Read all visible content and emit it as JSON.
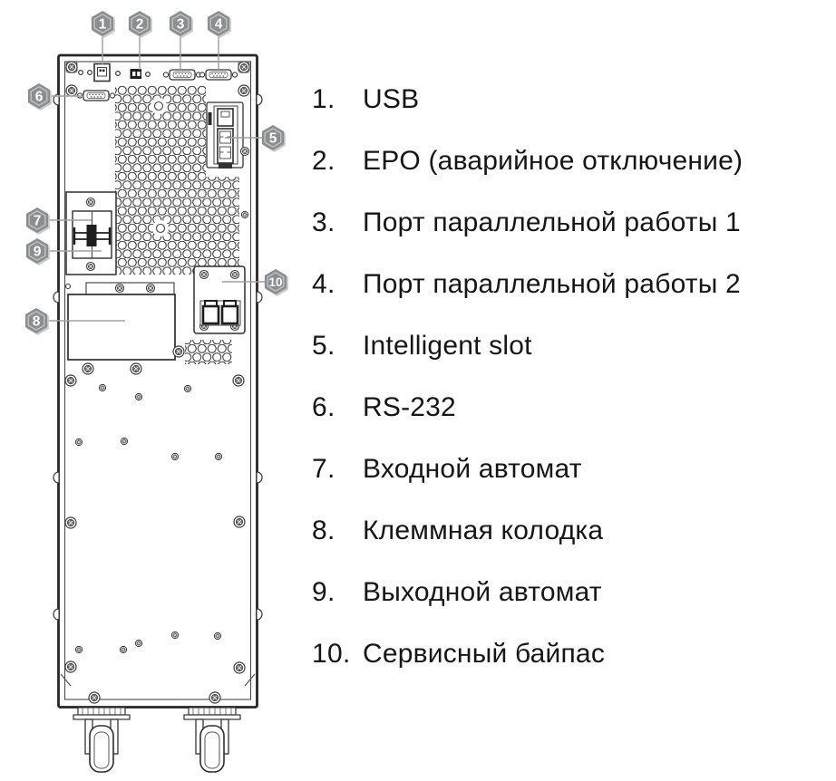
{
  "figure": {
    "kind": "technical-line-diagram",
    "subject": "UPS rear panel with numbered callouts"
  },
  "diagram": {
    "callouts": [
      {
        "number": "1",
        "target": "usb-port"
      },
      {
        "number": "2",
        "target": "epo-switch"
      },
      {
        "number": "3",
        "target": "parallel-port-1"
      },
      {
        "number": "4",
        "target": "parallel-port-2"
      },
      {
        "number": "5",
        "target": "intelligent-slot"
      },
      {
        "number": "6",
        "target": "rs232-port"
      },
      {
        "number": "7",
        "target": "input-breaker"
      },
      {
        "number": "8",
        "target": "terminal-block-cover"
      },
      {
        "number": "9",
        "target": "output-breaker"
      },
      {
        "number": "10",
        "target": "maintenance-bypass"
      }
    ]
  },
  "legend": {
    "items": [
      {
        "number": "1.",
        "label": "USB"
      },
      {
        "number": "2.",
        "label": "EPO (аварийное отключение)"
      },
      {
        "number": "3.",
        "label": "Порт параллельной работы 1"
      },
      {
        "number": "4.",
        "label": "Порт параллельной работы 2"
      },
      {
        "number": "5.",
        "label": "Intelligent slot"
      },
      {
        "number": "6.",
        "label": "RS-232"
      },
      {
        "number": "7.",
        "label": "Входной автомат"
      },
      {
        "number": "8.",
        "label": "Клеммная колодка"
      },
      {
        "number": "9.",
        "label": "Выходной автомат"
      },
      {
        "number": "10.",
        "label": "Сервисный байпас"
      }
    ]
  },
  "colors": {
    "background": "#ffffff",
    "line_art": "#2e2e2e",
    "badge_fill": "#8a8e91",
    "badge_ring": "#c0c3c5",
    "badge_shadow": "#c9cacb",
    "badge_text": "#ffffff",
    "leader_line": "#a0a0a0",
    "legend_text": "#161616"
  }
}
